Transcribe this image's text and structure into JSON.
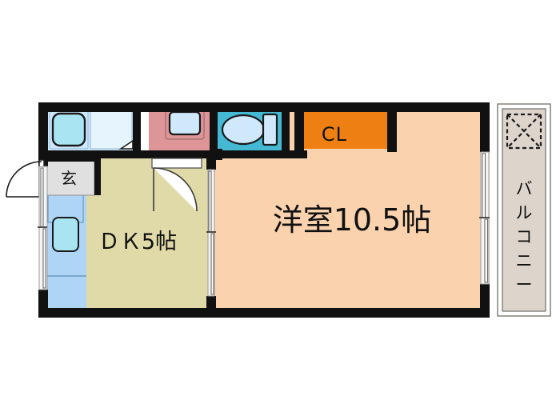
{
  "document": {
    "type": "floor-plan",
    "title": "1DK apartment floor plan",
    "background_color": "#FFFFFF"
  },
  "palette": {
    "wall": "#111111",
    "main_room": "#FBD2AE",
    "dk_room": "#E0D9A8",
    "closet": "#EE7F12",
    "toilet_room": "#45B8D3",
    "washroom": "#DE9598",
    "bath_area": "#CFE8FB",
    "kitchen_area": "#AED5F5",
    "fixture_blue": "#A9E4F2",
    "entry_grey": "#E0E0E0",
    "balcony": "#DDD5CC",
    "outline": "#222222"
  },
  "rooms": [
    {
      "id": "main-room",
      "label": "洋室10.5帖",
      "label_en": "Western-style room 10.5 jo",
      "color": "#FBD2AE"
    },
    {
      "id": "dk-room",
      "label": "ＤＫ5帖",
      "label_en": "Dining Kitchen 5 jo",
      "color": "#E0D9A8"
    },
    {
      "id": "closet",
      "label": "CL",
      "label_en": "Closet",
      "color": "#EE7F12"
    },
    {
      "id": "balcony",
      "label": "バルコニー",
      "label_en": "Balcony",
      "color": "#DDD5CC",
      "orientation": "vertical"
    },
    {
      "id": "entrance",
      "label": "玄",
      "label_en": "Entrance",
      "color": "#E0E0E0"
    },
    {
      "id": "toilet",
      "label": "",
      "label_en": "Toilet",
      "color": "#45B8D3"
    },
    {
      "id": "washroom",
      "label": "",
      "label_en": "Washroom / Vanity",
      "color": "#DE9598"
    },
    {
      "id": "bathroom",
      "label": "",
      "label_en": "Bathroom with tub",
      "color": "#CFE8FB"
    },
    {
      "id": "kitchen",
      "label": "",
      "label_en": "Kitchen counter and sink",
      "color": "#AED5F5"
    }
  ],
  "fixtures": [
    {
      "id": "bathtub",
      "name": "bathtub",
      "room": "bathroom"
    },
    {
      "id": "vanity-sink",
      "name": "vanity-sink",
      "room": "washroom"
    },
    {
      "id": "toilet-bowl",
      "name": "toilet-bowl",
      "room": "toilet"
    },
    {
      "id": "toilet-tank",
      "name": "toilet-tank",
      "room": "toilet"
    },
    {
      "id": "kitchen-sink",
      "name": "kitchen-sink",
      "room": "kitchen"
    },
    {
      "id": "ac-outdoor-unit",
      "name": "air-conditioner-outdoor-unit",
      "room": "balcony"
    }
  ],
  "openings": [
    {
      "id": "entrance-door",
      "name": "entrance-door",
      "type": "swing-door-arc"
    },
    {
      "id": "washroom-door",
      "name": "washroom-door",
      "type": "swing-door-arc"
    },
    {
      "id": "dk-main-sliding-door",
      "name": "sliding-door",
      "type": "sliding"
    },
    {
      "id": "kitchen-window",
      "name": "kitchen-window",
      "type": "sliding-window"
    },
    {
      "id": "balcony-sliding-door",
      "name": "balcony-sliding-door",
      "type": "sliding"
    }
  ]
}
